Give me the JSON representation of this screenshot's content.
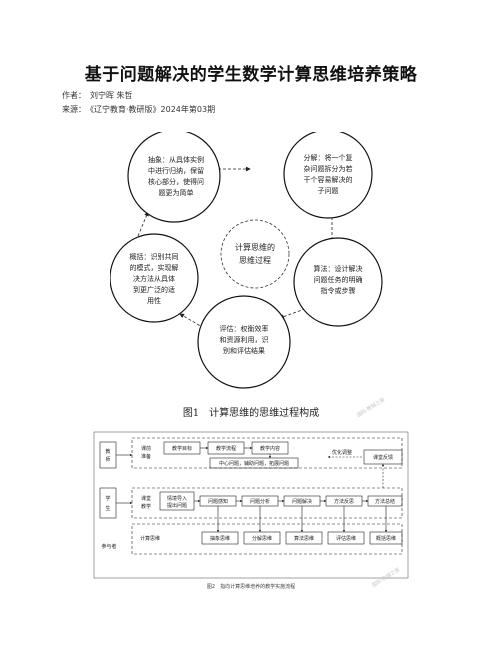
{
  "title": "基于问题解决的学生数学计算思维培养策略",
  "author": {
    "label": "作者：",
    "value": "刘宁晖 朱哲"
  },
  "source": {
    "label": "来源：",
    "value": "《辽宁教育·教研版》2024年第03期"
  },
  "figure1": {
    "caption": "图1　计算思维的思维过程构成",
    "center_lines": [
      "计算思维的",
      "思维过程"
    ],
    "circles": [
      {
        "lines": [
          "抽象：从具体实例",
          "中进行归纳，保留",
          "核心部分，使得问",
          "题更为简单"
        ]
      },
      {
        "lines": [
          "分解：将一个复",
          "杂问题拆分为若",
          "干个容易解决的",
          "子问题"
        ]
      },
      {
        "lines": [
          "算法：设计解决",
          "问题任务的明确",
          "指令或步骤"
        ]
      },
      {
        "lines": [
          "评估：权衡效率",
          "和资源利用，识",
          "别和评估结果"
        ]
      },
      {
        "lines": [
          "概括：识别共同",
          "的模式，实现解",
          "决方法从具体",
          "到更广泛的适",
          "用性"
        ]
      }
    ],
    "watermark": "国际·教辅之窗"
  },
  "figure2": {
    "caption": "图2　指向计算思维培养的教学实施流程",
    "left_labels": {
      "teacher": "教师",
      "student": "学生",
      "participation": "参与者"
    },
    "row_labels": {
      "prep": [
        "课前",
        "准备"
      ],
      "teach": [
        "课堂",
        "教学"
      ],
      "thinking": "计算思维"
    },
    "prep_boxes": [
      "教学目标",
      "教学流程",
      "教学内容"
    ],
    "prep_result": "中心问题，辅助问题，拓展问题",
    "optimize": "优化调整",
    "feedback": "课堂反馈",
    "teach_boxes": [
      "情境导入\n提出问题",
      "问题感知",
      "问题分析",
      "问题解决",
      "方法反思",
      "方法总结"
    ],
    "thinking_boxes": [
      "抽象思维",
      "分解思维",
      "算法思维",
      "评估思维",
      "概括思维"
    ],
    "watermark": "国际·教辅之窗"
  }
}
